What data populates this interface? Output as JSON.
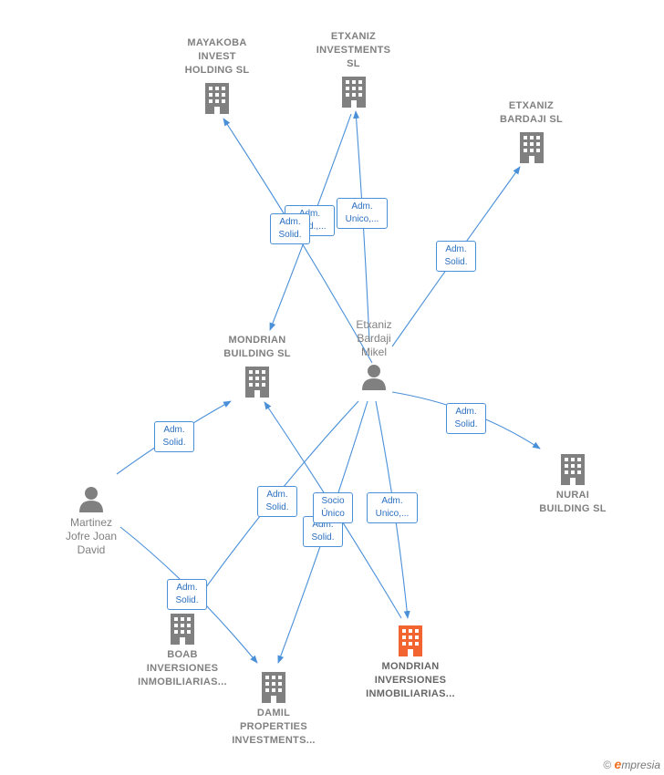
{
  "colors": {
    "edge": "#4a90d9",
    "company": "#808080",
    "main_company": "#f26430",
    "person": "#808080"
  },
  "nodes": {
    "mayakoba": {
      "type": "company",
      "label": "MAYAKOBA\nINVEST\nHOLDING SL"
    },
    "etxaniz_inv": {
      "type": "company",
      "label": "ETXANIZ\nINVESTMENTS\nSL"
    },
    "etxaniz_bardaji": {
      "type": "company",
      "label": "ETXANIZ\nBARDAJI SL"
    },
    "mondrian_building": {
      "type": "company",
      "label": "MONDRIAN\nBUILDING SL"
    },
    "person_etxaniz": {
      "type": "person",
      "label": "Etxaniz\nBardaji\nMikel"
    },
    "nurai": {
      "type": "company",
      "label": "NURAI\nBUILDING SL"
    },
    "person_martinez": {
      "type": "person",
      "label": "Martinez\nJofre Joan\nDavid"
    },
    "boab": {
      "type": "company",
      "label": "BOAB\nINVERSIONES\nINMOBILIARIAS..."
    },
    "damil": {
      "type": "company",
      "label": "DAMIL\nPROPERTIES\nINVESTMENTS..."
    },
    "mondrian_inv": {
      "type": "company",
      "main": true,
      "label": "MONDRIAN\nINVERSIONES\nINMOBILIARIAS..."
    }
  },
  "edge_labels": {
    "l1": "Adm.\nSolid.",
    "l2": "Adm.\nSolid.,...",
    "l3": "Adm.\nUnico,...",
    "l4": "Adm.\nSolid.",
    "l5": "Adm.\nSolid.",
    "l6": "Adm.\nSolid.",
    "l7": "Adm.\nSolid.",
    "l8": "Socio\nÚnico",
    "l9": "Adm.\nSolid.",
    "l10": "Adm.\nUnico,...",
    "l11": "Adm.\nSolid."
  },
  "footer": {
    "copyright": "©",
    "brand_initial": "e",
    "brand_rest": "mpresia"
  }
}
